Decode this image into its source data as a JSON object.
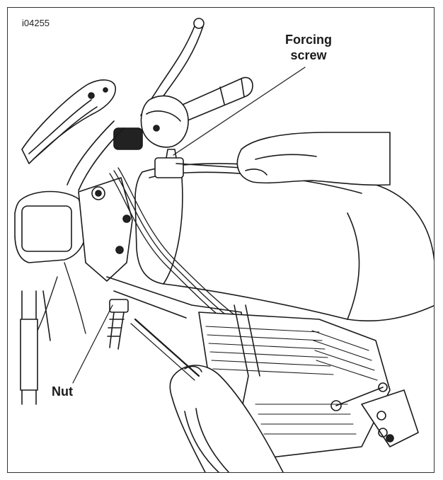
{
  "figure": {
    "id": "i04255",
    "labels": {
      "forcing_line1": "Forcing",
      "forcing_line2": "screw",
      "nut": "Nut"
    }
  },
  "colors": {
    "ink": "#1a1a1a",
    "frame": "#333333",
    "background": "#ffffff"
  }
}
